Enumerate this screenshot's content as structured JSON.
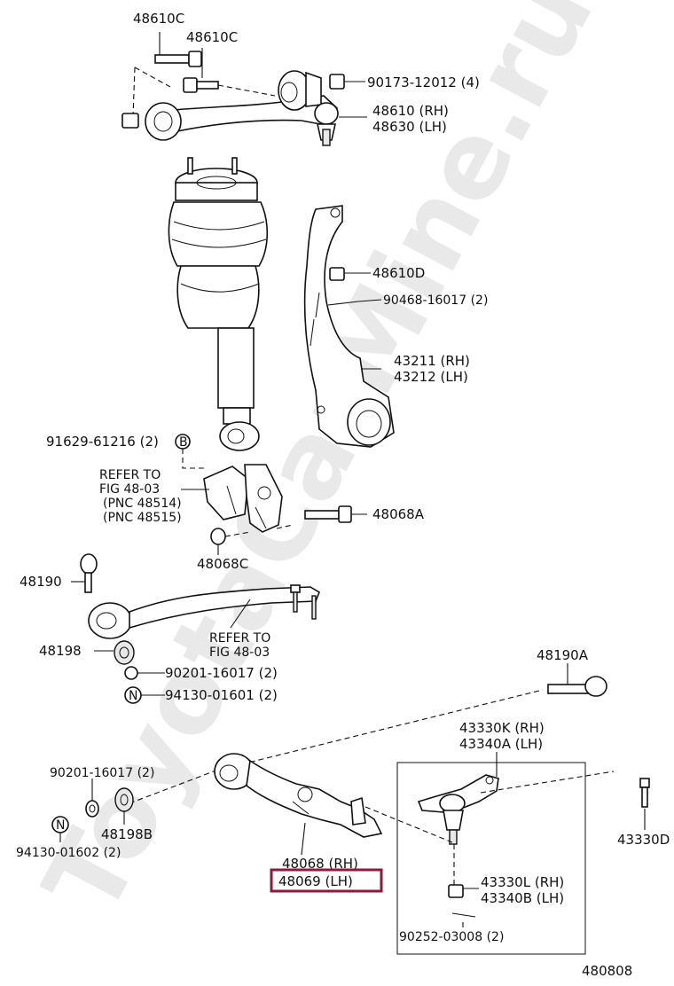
{
  "watermark": "ToyotaCarMine.ru",
  "figure_number": "480808",
  "labels": {
    "p48610c_1": "48610C",
    "p48610c_2": "48610C",
    "p90173": "90173-12012 (4)",
    "p48610": "48610 (RH)",
    "p48630": "48630 (LH)",
    "p48610d": "48610D",
    "p90468": "90468-16017 (2)",
    "p43211": "43211 (RH)",
    "p43212": "43212 (LH)",
    "p91629": "91629-61216 (2)",
    "circle_b_top": "B",
    "refer1_l1": "REFER TO",
    "refer1_l2": "FIG 48-03",
    "refer1_l3": "(PNC 48514)",
    "refer1_l4": "(PNC 48515)",
    "p48068a": "48068A",
    "p48068c": "48068C",
    "p48190": "48190",
    "refer2_l1": "REFER TO",
    "refer2_l2": "FIG 48-03",
    "p48198": "48198",
    "p90201_a": "90201-16017 (2)",
    "p94130_a": "94130-01601 (2)",
    "circle_n_a": "N",
    "p48190a": "48190A",
    "p43330k": "43330K (RH)",
    "p43340a": "43340A (LH)",
    "p90201_b": "90201-16017 (2)",
    "p48198b": "48198B",
    "p94130_b": "94130-01602 (2)",
    "circle_n_b": "N",
    "p48068": "48068 (RH)",
    "p48069": "48069 (LH)",
    "p43330d": "43330D",
    "p43330l": "43330L (RH)",
    "p43340b": "43340B (LH)",
    "p90252": "90252-03008 (2)"
  },
  "highlight_color": "#8e1a3c"
}
